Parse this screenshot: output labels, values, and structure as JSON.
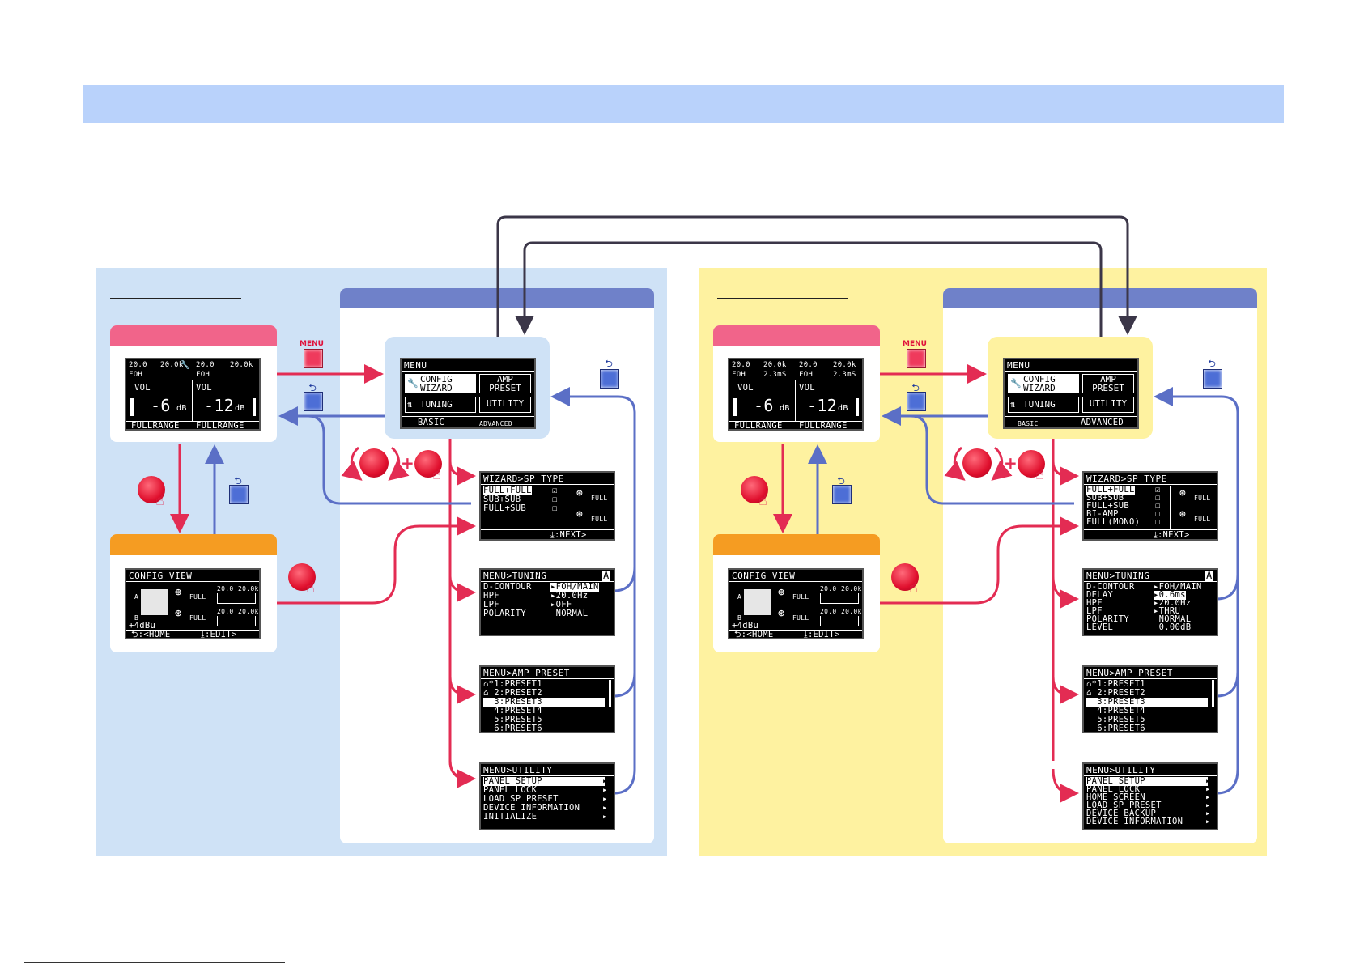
{
  "colors": {
    "topbar": "#b9d2fb",
    "basic_bg": "#cfe2f6",
    "advanced_bg": "#fef2a0",
    "menu_header": "#6f81c9",
    "pink": "#f1648a",
    "orange": "#f59c22",
    "forward_arrow": "#e32c53",
    "back_arrow": "#5b6fc6",
    "loop_arrow": "#3b3648"
  },
  "buttons": {
    "menu_label": "MENU",
    "back_icon": "back-arrow-icon"
  },
  "home": {
    "ch_a": {
      "lo": "20.0",
      "hi": "20.0k",
      "name": "FOH",
      "vol_label": "VOL",
      "vol_value": "-6",
      "unit": "dB",
      "mode": "FULLRANGE"
    },
    "ch_b": {
      "lo": "20.0",
      "hi": "20.0k",
      "name": "FOH",
      "vol_label": "VOL",
      "vol_value": "-12",
      "unit": "dB",
      "mode": "FULLRANGE"
    },
    "adv_a_delay": "2.3mS",
    "adv_b_delay": "2.3mS"
  },
  "config_view": {
    "title": "CONFIG VIEW",
    "a": "A",
    "b": "B",
    "full": "FULL",
    "level": "+4dBu",
    "lo": "20.0",
    "hi": "20.0k",
    "back": "⮌:<HOME",
    "edit": "⤓:EDIT>"
  },
  "menu": {
    "title": "MENU",
    "config_wizard": "CONFIG\nWIZARD",
    "amp_preset": "AMP\nPRESET",
    "tuning": "TUNING",
    "utility": "UTILITY",
    "tab_basic": "BASIC",
    "tab_advanced": "ADVANCED"
  },
  "wizard": {
    "title": "WIZARD>SP TYPE",
    "basic_items": [
      "FULL+FULL",
      "SUB+SUB",
      "FULL+SUB"
    ],
    "adv_items": [
      "FULL+FULL",
      "SUB+SUB",
      "FULL+SUB",
      "BI-AMP",
      "FULL(MONO)"
    ],
    "full": "FULL",
    "next": "⤓:NEXT>"
  },
  "tuning": {
    "title": "MENU>TUNING",
    "badge": "A",
    "basic_rows": [
      [
        "D-CONTOUR",
        "▸FOH/MAIN"
      ],
      [
        "HPF",
        "▸20.0Hz"
      ],
      [
        "LPF",
        "▸OFF"
      ],
      [
        "POLARITY",
        " NORMAL"
      ]
    ],
    "adv_rows": [
      [
        "D-CONTOUR",
        "▸FOH/MAIN"
      ],
      [
        "DELAY",
        "▸0.6ms"
      ],
      [
        "HPF",
        "▸20.0Hz"
      ],
      [
        "LPF",
        "▸THRU"
      ],
      [
        "POLARITY",
        " NORMAL"
      ],
      [
        "LEVEL",
        " 0.00dB"
      ]
    ]
  },
  "amp_preset": {
    "title": "MENU>AMP PRESET",
    "items": [
      "⌂*1:PRESET1",
      "⌂ 2:PRESET2",
      "  3:PRESET3",
      "  4:PRESET4",
      "  5:PRESET5",
      "  6:PRESET6"
    ]
  },
  "utility": {
    "title": "MENU>UTILITY",
    "basic_items": [
      "PANEL SETUP",
      "PANEL LOCK",
      "LOAD SP PRESET",
      "DEVICE INFORMATION",
      "INITIALIZE"
    ],
    "adv_items": [
      "PANEL SETUP",
      "PANEL LOCK",
      "HOME SCREEN",
      "LOAD SP PRESET",
      "DEVICE BACKUP",
      "DEVICE INFORMATION"
    ]
  }
}
